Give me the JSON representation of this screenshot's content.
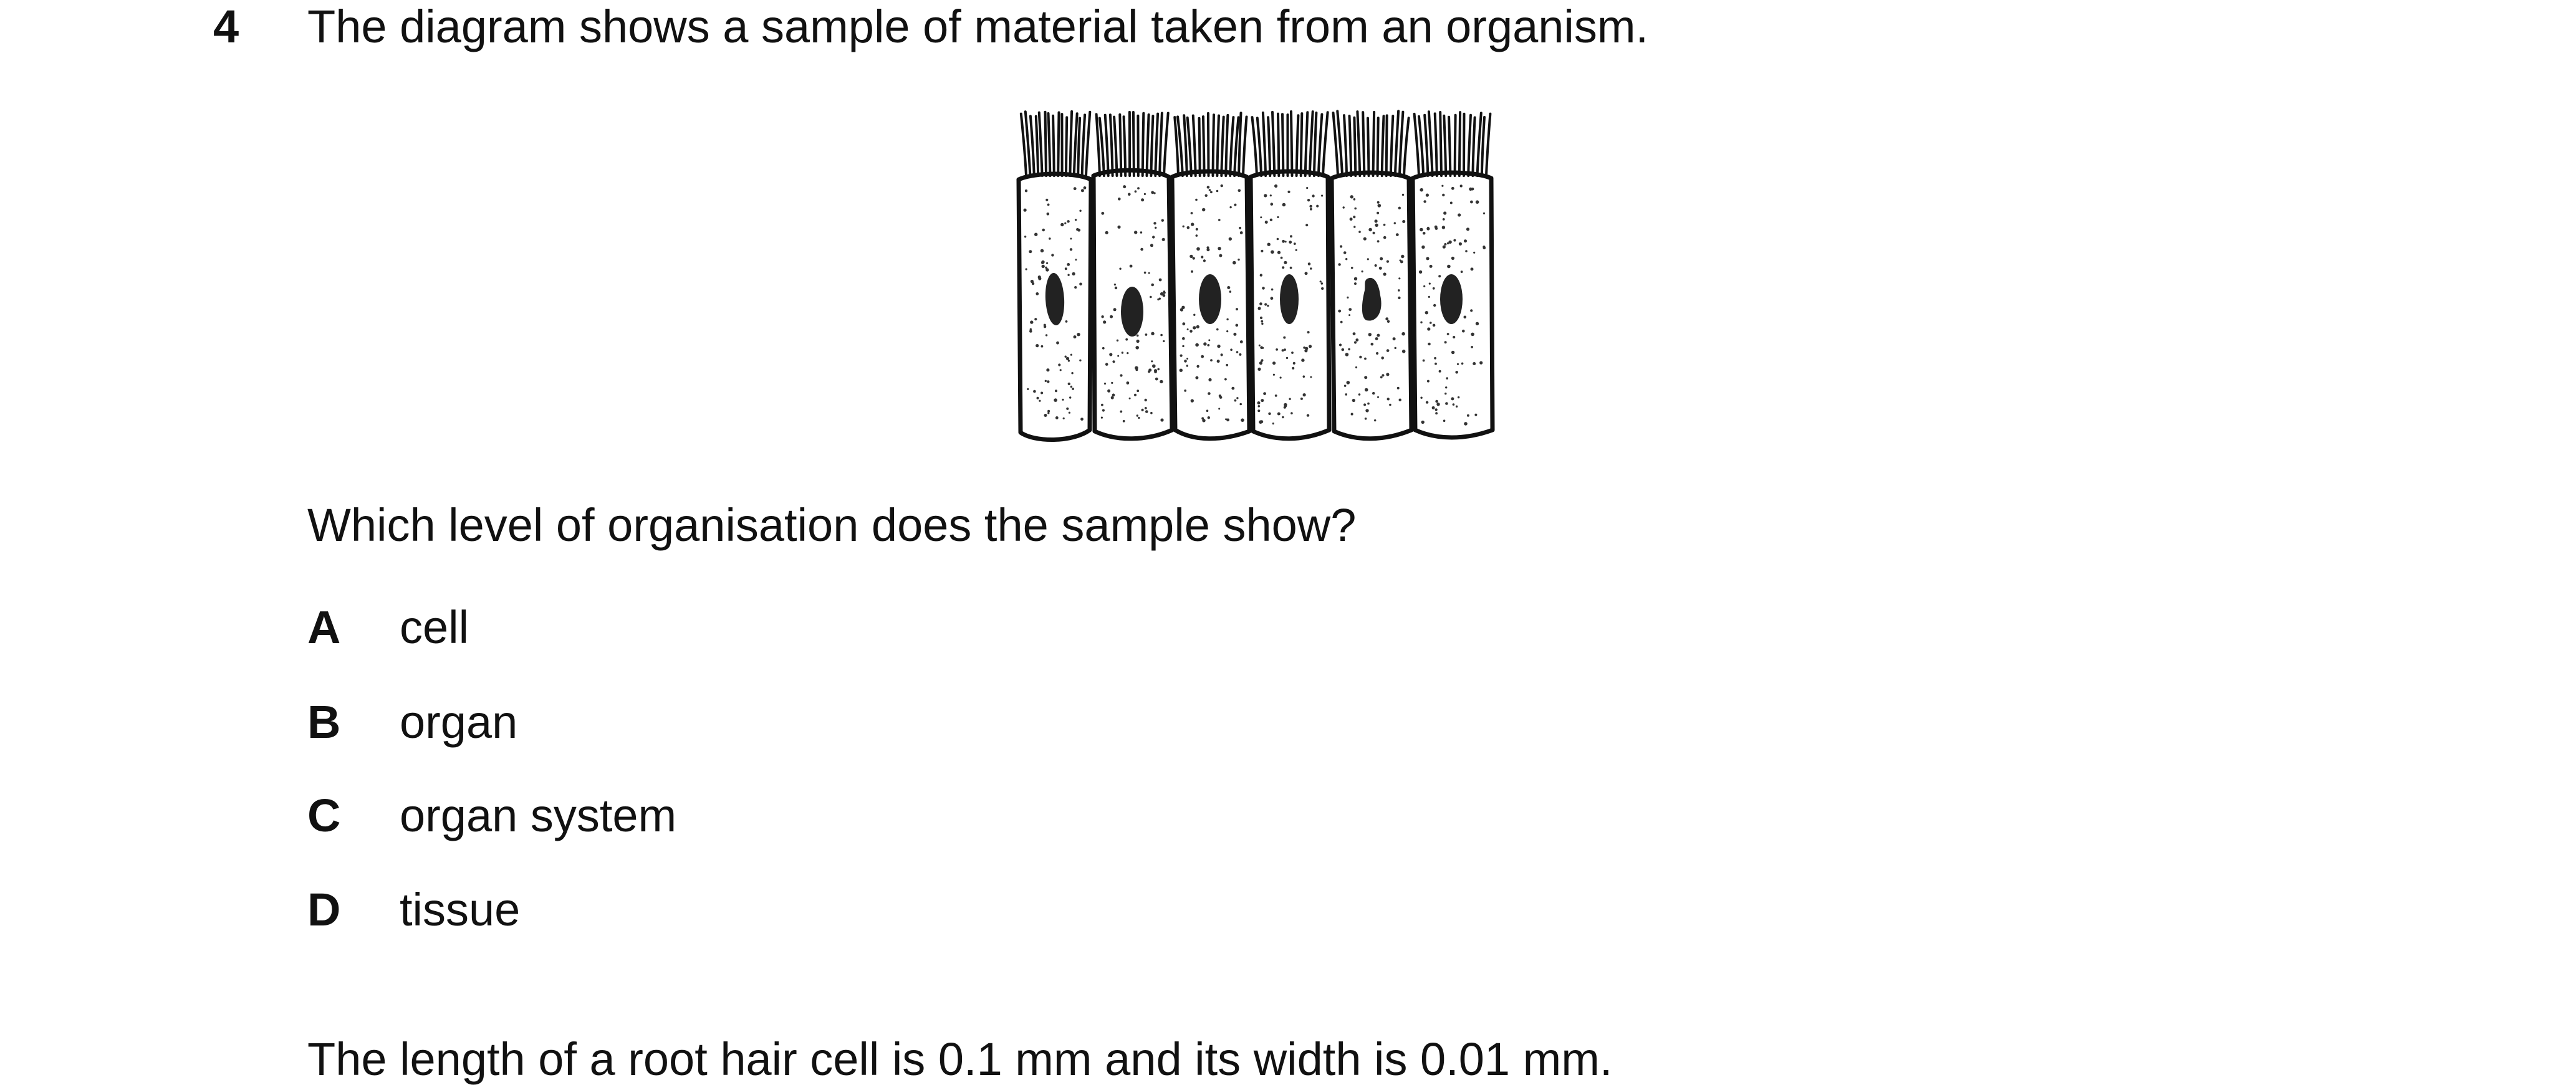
{
  "question": {
    "number": "4",
    "text": "The diagram shows a sample of material taken from an organism.",
    "prompt": "Which level of organisation does the sample show?"
  },
  "options": [
    {
      "letter": "A",
      "text": "cell"
    },
    {
      "letter": "B",
      "text": "organ"
    },
    {
      "letter": "C",
      "text": "organ system"
    },
    {
      "letter": "D",
      "text": "tissue"
    }
  ],
  "next_question_partial": "The length of a root hair cell is 0.1 mm and its width is 0.01 mm."
}
